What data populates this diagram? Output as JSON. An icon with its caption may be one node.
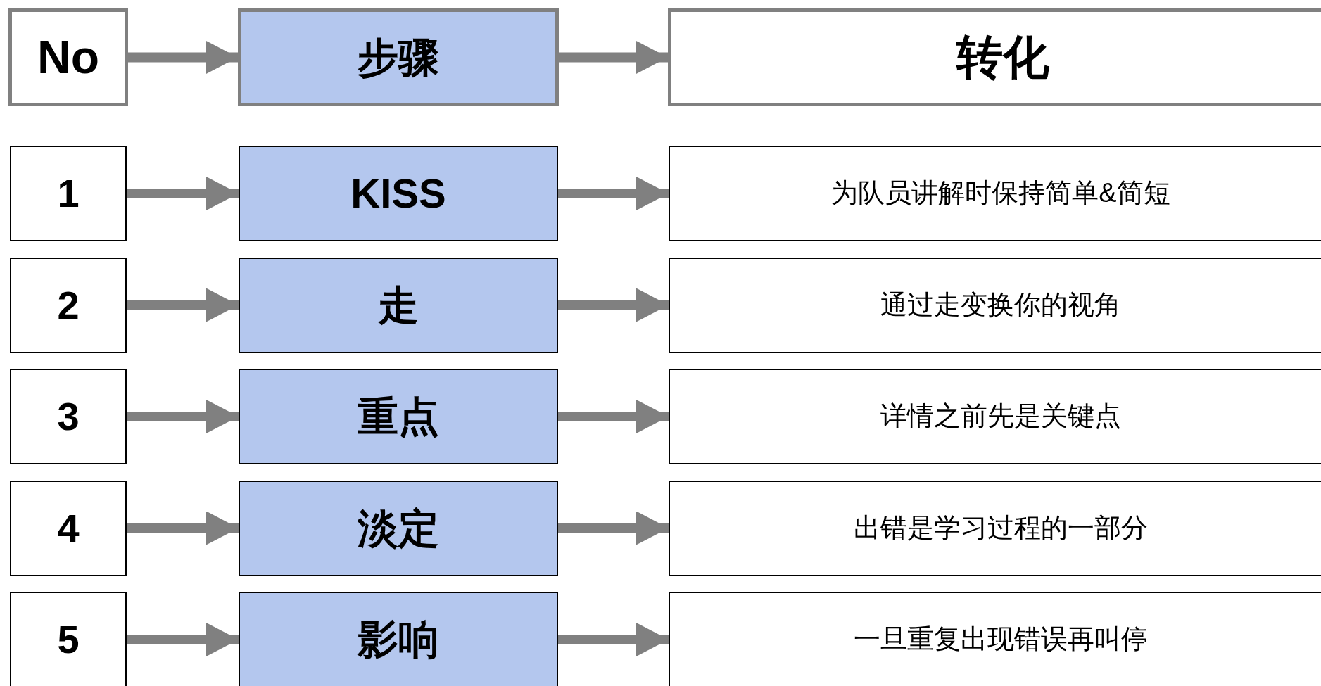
{
  "diagram": {
    "nodes": [
      {
        "text": [
          "No"
        ]
      },
      {
        "text": [
          "步骤"
        ]
      },
      {
        "text": [
          "转化"
        ]
      },
      {
        "text": [
          "1"
        ]
      },
      {
        "text": [
          "KISS"
        ]
      },
      {
        "text": [
          "为队员讲解时保持简单&简短"
        ]
      },
      {
        "text": [
          "2"
        ]
      },
      {
        "text": [
          "走"
        ]
      },
      {
        "text": [
          "通过走变换你的视角"
        ]
      },
      {
        "text": [
          "3"
        ]
      },
      {
        "text": [
          "重点"
        ]
      },
      {
        "text": [
          "详情之前先是关键点"
        ]
      },
      {
        "text": [
          "4"
        ]
      },
      {
        "text": [
          "淡定"
        ]
      },
      {
        "text": [
          "出错是学习过程的一部分"
        ]
      },
      {
        "text": [
          "5"
        ]
      },
      {
        "text": [
          "影响"
        ]
      },
      {
        "text": [
          "一旦重复出现错误再叫停"
        ]
      }
    ],
    "edges": [
      {
        "from": 0,
        "to": 1,
        "arrow": "to"
      },
      {
        "from": 1,
        "to": 2,
        "arrow": "to"
      },
      {
        "from": 3,
        "to": 4,
        "arrow": "to"
      },
      {
        "from": 4,
        "to": 5,
        "arrow": "to"
      },
      {
        "from": 6,
        "to": 7,
        "arrow": "to"
      },
      {
        "from": 7,
        "to": 8,
        "arrow": "to"
      },
      {
        "from": 9,
        "to": 10,
        "arrow": "to"
      },
      {
        "from": 10,
        "to": 11,
        "arrow": "to"
      },
      {
        "from": 12,
        "to": 13,
        "arrow": "to"
      },
      {
        "from": 13,
        "to": 14,
        "arrow": "to"
      },
      {
        "from": 15,
        "to": 16,
        "arrow": "to"
      },
      {
        "from": 16,
        "to": 17,
        "arrow": "to"
      }
    ]
  }
}
